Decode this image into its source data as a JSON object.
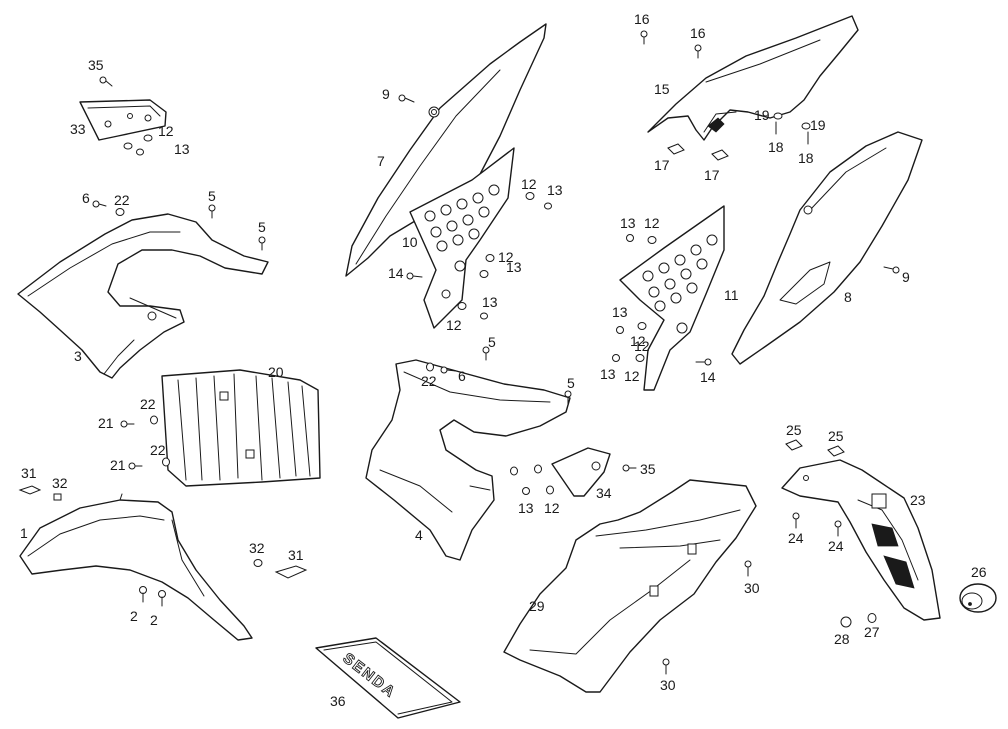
{
  "callouts": [
    {
      "id": "c35a",
      "text": "35"
    },
    {
      "id": "c33",
      "text": "33"
    },
    {
      "id": "c12a",
      "text": "12"
    },
    {
      "id": "c13a",
      "text": "13"
    },
    {
      "id": "c6a",
      "text": "6"
    },
    {
      "id": "c22a",
      "text": "22"
    },
    {
      "id": "c5a",
      "text": "5"
    },
    {
      "id": "c5b",
      "text": "5"
    },
    {
      "id": "c3",
      "text": "3"
    },
    {
      "id": "c20",
      "text": "20"
    },
    {
      "id": "c22b",
      "text": "22"
    },
    {
      "id": "c21a",
      "text": "21"
    },
    {
      "id": "c22c",
      "text": "22"
    },
    {
      "id": "c21b",
      "text": "21"
    },
    {
      "id": "c31a",
      "text": "31"
    },
    {
      "id": "c32a",
      "text": "32"
    },
    {
      "id": "c1",
      "text": "1"
    },
    {
      "id": "c2a",
      "text": "2"
    },
    {
      "id": "c2b",
      "text": "2"
    },
    {
      "id": "c32b",
      "text": "32"
    },
    {
      "id": "c31b",
      "text": "31"
    },
    {
      "id": "c36",
      "text": "36"
    },
    {
      "id": "c9a",
      "text": "9"
    },
    {
      "id": "c7",
      "text": "7"
    },
    {
      "id": "c12b",
      "text": "12"
    },
    {
      "id": "c13b",
      "text": "13"
    },
    {
      "id": "c10",
      "text": "10"
    },
    {
      "id": "c14a",
      "text": "14"
    },
    {
      "id": "c12c",
      "text": "12"
    },
    {
      "id": "c13c",
      "text": "13"
    },
    {
      "id": "c13d",
      "text": "13"
    },
    {
      "id": "c12d",
      "text": "12"
    },
    {
      "id": "c5c",
      "text": "5"
    },
    {
      "id": "c22d",
      "text": "22"
    },
    {
      "id": "c6b",
      "text": "6"
    },
    {
      "id": "c5d",
      "text": "5"
    },
    {
      "id": "c4",
      "text": "4"
    },
    {
      "id": "c13e",
      "text": "13"
    },
    {
      "id": "c12e",
      "text": "12"
    },
    {
      "id": "c34",
      "text": "34"
    },
    {
      "id": "c35b",
      "text": "35"
    },
    {
      "id": "c29",
      "text": "29"
    },
    {
      "id": "c30a",
      "text": "30"
    },
    {
      "id": "c30b",
      "text": "30"
    },
    {
      "id": "c16a",
      "text": "16"
    },
    {
      "id": "c16b",
      "text": "16"
    },
    {
      "id": "c15",
      "text": "15"
    },
    {
      "id": "c19a",
      "text": "19"
    },
    {
      "id": "c19b",
      "text": "19"
    },
    {
      "id": "c18a",
      "text": "18"
    },
    {
      "id": "c18b",
      "text": "18"
    },
    {
      "id": "c17a",
      "text": "17"
    },
    {
      "id": "c17b",
      "text": "17"
    },
    {
      "id": "c13f",
      "text": "13"
    },
    {
      "id": "c12f",
      "text": "12"
    },
    {
      "id": "c11",
      "text": "11"
    },
    {
      "id": "c13g",
      "text": "13"
    },
    {
      "id": "c12g",
      "text": "12"
    },
    {
      "id": "c12h",
      "text": "12"
    },
    {
      "id": "c13h",
      "text": "13"
    },
    {
      "id": "c12i",
      "text": "12"
    },
    {
      "id": "c14b",
      "text": "14"
    },
    {
      "id": "c8",
      "text": "8"
    },
    {
      "id": "c9b",
      "text": "9"
    },
    {
      "id": "c25a",
      "text": "25"
    },
    {
      "id": "c25b",
      "text": "25"
    },
    {
      "id": "c23",
      "text": "23"
    },
    {
      "id": "c24a",
      "text": "24"
    },
    {
      "id": "c24b",
      "text": "24"
    },
    {
      "id": "c26",
      "text": "26"
    },
    {
      "id": "c28",
      "text": "28"
    },
    {
      "id": "c27",
      "text": "27"
    }
  ],
  "manual_cover_logo": "SENDA"
}
